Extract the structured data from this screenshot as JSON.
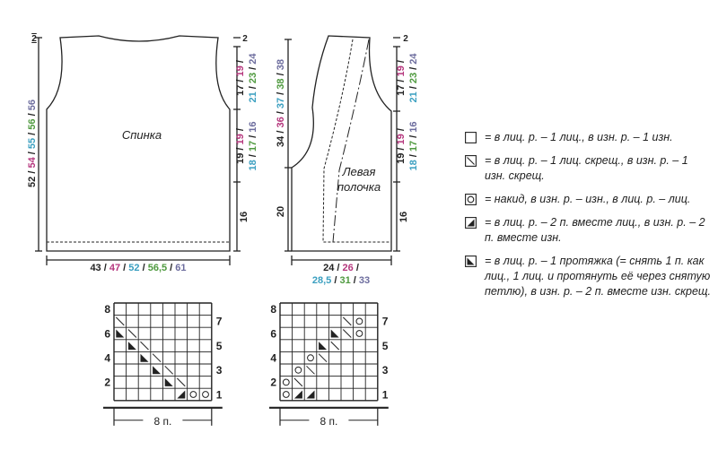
{
  "colors": {
    "line": "#222222",
    "size1": "#222222",
    "size2": "#b5367d",
    "size3": "#3a9fc0",
    "size4": "#4f9a3f",
    "size5": "#6d6d9e"
  },
  "back": {
    "label": "Спинка",
    "height": [
      "52",
      "54",
      "55",
      "56",
      "56"
    ],
    "width": [
      "43",
      "47",
      "52",
      "56,5",
      "61"
    ],
    "shoulder_mark": "2",
    "armhole_depth": [
      "17",
      "19",
      "21",
      "23",
      "24"
    ],
    "side_length": [
      "19",
      "19",
      "18",
      "17",
      "16"
    ],
    "hem_length": "16"
  },
  "front": {
    "label_line1": "Левая",
    "label_line2": "полочка",
    "shoulder_mark": "2",
    "neck_depth": [
      "34",
      "36",
      "37",
      "38",
      "38"
    ],
    "neck_base": "20",
    "width": [
      "24",
      "26",
      "28,5",
      "31",
      "33"
    ],
    "armhole_depth": [
      "17",
      "19",
      "21",
      "23",
      "24"
    ],
    "side_length": [
      "19",
      "19",
      "18",
      "17",
      "16"
    ],
    "hem_length": "16"
  },
  "chart1": {
    "left_rows": [
      "8",
      "6",
      "4",
      "2"
    ],
    "right_rows": [
      "7",
      "5",
      "3",
      "1"
    ],
    "repeat": "8 п."
  },
  "chart2": {
    "left_rows": [
      "8",
      "6",
      "4",
      "2"
    ],
    "right_rows": [
      "7",
      "5",
      "3",
      "1"
    ],
    "repeat": "8 п."
  },
  "legend": [
    {
      "icon": "empty-square-icon",
      "text": "= в лиц. р. – 1 лиц., в изн. р. – 1 изн."
    },
    {
      "icon": "diagonal-square-icon",
      "text": "= в лиц. р. – 1 лиц. скрещ., в изн. р. – 1 изн. скрещ."
    },
    {
      "icon": "circle-square-icon",
      "text": "= накид, в изн. р. – изн., в лиц. р. – лиц."
    },
    {
      "icon": "right-triangle-icon",
      "text": "= в лиц. р. – 2 п. вместе лиц., в изн. р. – 2 п. вместе изн."
    },
    {
      "icon": "left-triangle-icon",
      "text": "= в лиц. р. – 1 протяжка (= снять 1 п. как лиц., 1 лиц. и протянуть её через снятую петлю), в изн. р. – 2 п. вместе изн. скрещ."
    }
  ]
}
